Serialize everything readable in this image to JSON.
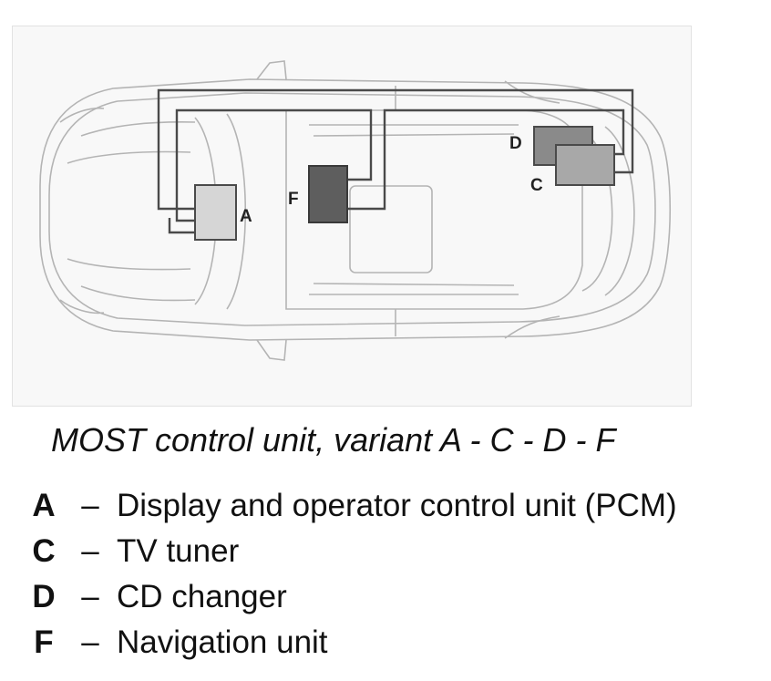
{
  "caption": "MOST control unit, variant A - C - D - F",
  "legend": [
    {
      "key": "A",
      "dash": "–",
      "description": "Display and operator control unit (PCM)"
    },
    {
      "key": "C",
      "dash": "–",
      "description": "TV tuner"
    },
    {
      "key": "D",
      "dash": "–",
      "description": "CD changer"
    },
    {
      "key": "F",
      "dash": "–",
      "description": "Navigation unit"
    }
  ],
  "diagram": {
    "units": [
      {
        "key": "A",
        "fill": "#d6d6d6"
      },
      {
        "key": "F",
        "fill": "#5e5e5e"
      },
      {
        "key": "D",
        "fill": "#8a8a8a"
      },
      {
        "key": "C",
        "fill": "#a8a8a8"
      }
    ],
    "colors": {
      "car_outline": "#b4b4b4",
      "wiring": "#4a4a4a",
      "background": "#f8f8f8"
    }
  }
}
